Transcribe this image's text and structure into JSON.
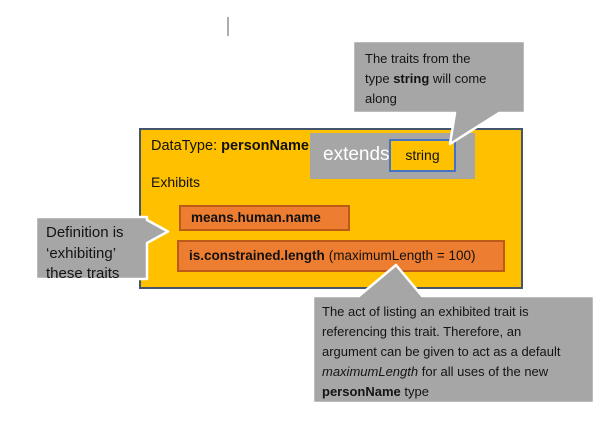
{
  "colors": {
    "gold_fill": "#FFC000",
    "box_border": "#44546A",
    "trait_fill": "#ED7D31",
    "trait_border": "#BC5B17",
    "callout_gray": "#A6A6A6",
    "string_border": "#4472C4"
  },
  "datatype_box": {
    "title_prefix": "DataType: ",
    "title_name": "personName",
    "extends_label": "extends",
    "extends_type": "string",
    "exhibits_label": "Exhibits",
    "traits": [
      {
        "name": "means.human.name",
        "args": ""
      },
      {
        "name": "is.constrained.length",
        "args": "(maximumLength = 100)"
      }
    ]
  },
  "callouts": {
    "top": {
      "line1": "The traits from the",
      "line2_pre": "type ",
      "line2_bold": "string",
      "line2_post": " will come",
      "line3": "along"
    },
    "left": {
      "line1": "Definition is",
      "line2": "‘exhibiting’",
      "line3": "these traits"
    },
    "bottom": {
      "line1": "The act of listing an exhibited trait is",
      "line2": "referencing this trait. Therefore, an",
      "line3": "argument can be given to act as a default",
      "line4_italic": "maximumLength",
      "line4_rest": " for all uses of the new",
      "line5_bold": "personName",
      "line5_rest": " type"
    }
  }
}
